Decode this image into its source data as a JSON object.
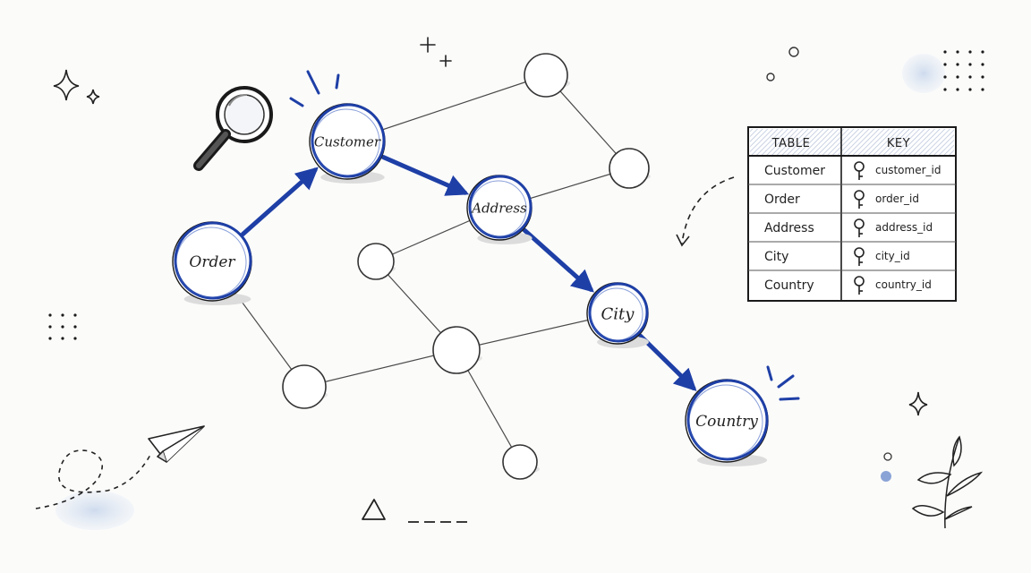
{
  "diagram": {
    "path_nodes": [
      {
        "id": "order",
        "label": "Order"
      },
      {
        "id": "customer",
        "label": "Customer"
      },
      {
        "id": "address",
        "label": "Address"
      },
      {
        "id": "city",
        "label": "City"
      },
      {
        "id": "country",
        "label": "Country"
      }
    ],
    "path_edges": [
      [
        "order",
        "customer"
      ],
      [
        "customer",
        "address"
      ],
      [
        "address",
        "city"
      ],
      [
        "city",
        "country"
      ]
    ],
    "accent_color": "#1e3fa6"
  },
  "key_table": {
    "headers": {
      "table": "TABLE",
      "key": "KEY"
    },
    "rows": [
      {
        "table": "Customer",
        "key": "customer_id"
      },
      {
        "table": "Order",
        "key": "order_id"
      },
      {
        "table": "Address",
        "key": "address_id"
      },
      {
        "table": "City",
        "key": "city_id"
      },
      {
        "table": "Country",
        "key": "country_id"
      }
    ]
  },
  "icons": [
    "magnifier-icon",
    "paper-plane-icon",
    "sparkle-icon",
    "plus-icon",
    "leaf-sprig-icon",
    "key-icon",
    "triangle-icon"
  ]
}
